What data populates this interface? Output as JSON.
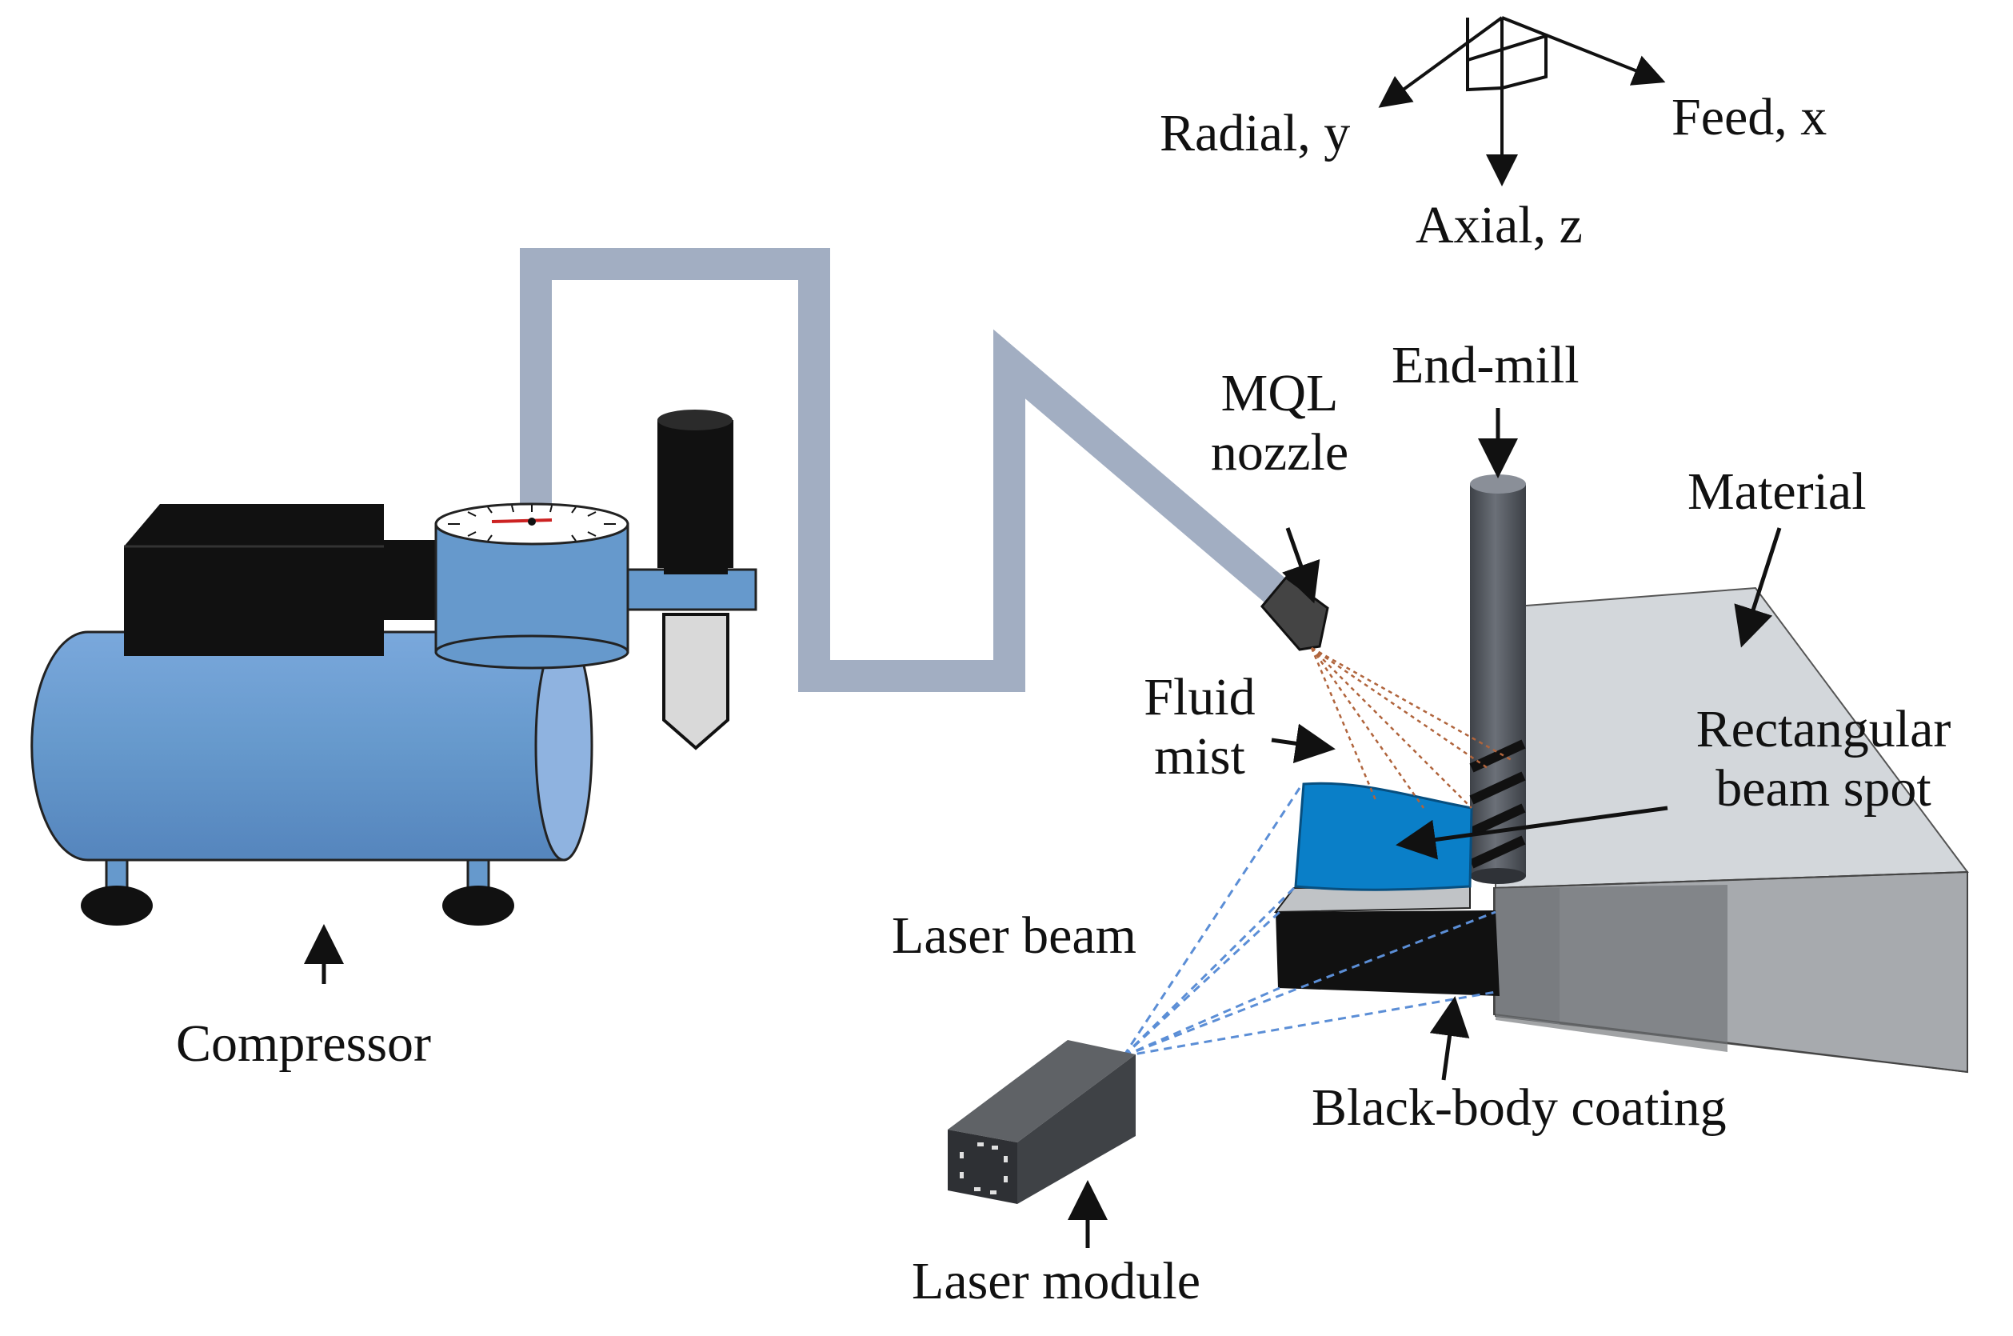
{
  "axes": {
    "radial": "Radial, y",
    "feed": "Feed, x",
    "axial": "Axial, z"
  },
  "labels": {
    "end_mill": "End-mill",
    "mql_nozzle_line1": "MQL",
    "mql_nozzle_line2": "nozzle",
    "material": "Material",
    "fluid_mist_line1": "Fluid",
    "fluid_mist_line2": "mist",
    "beam_spot_line1": "Rectangular",
    "beam_spot_line2": "beam spot",
    "laser_beam": "Laser beam",
    "black_body_coating": "Black-body coating",
    "laser_module": "Laser module",
    "compressor": "Compressor"
  },
  "colors": {
    "compressor_blue": "#6699cc",
    "compressor_end": "#8fb3e0",
    "hose": "#a2aec2",
    "material_top": "#d3d7db",
    "material_front": "#a7aaae",
    "material_side": "#6e7175",
    "end_mill": "#50545b",
    "beam_spot": "#0a7fc8",
    "laser_lines": "#5b8ed6",
    "mist_lines": "#b0643c",
    "black": "#111111"
  }
}
